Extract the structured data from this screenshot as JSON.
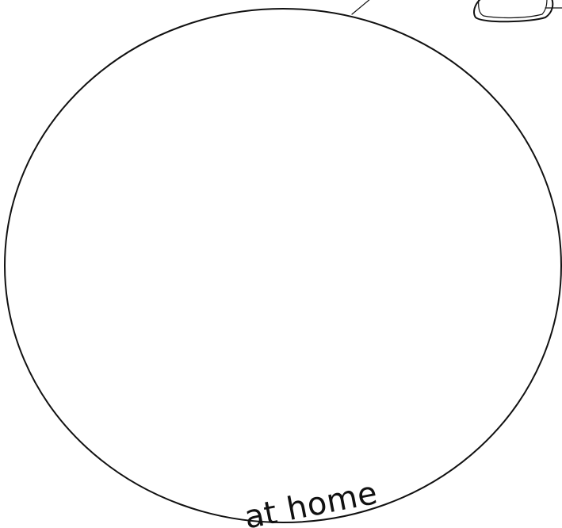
{
  "page": {
    "background": "#ffffff",
    "ink_color": "#111111"
  },
  "circle_label": {
    "text": "at home"
  },
  "elements": {
    "circle": "large-circle-outline",
    "connector": "connector-line",
    "fragment": "top-right-object-fragment"
  }
}
